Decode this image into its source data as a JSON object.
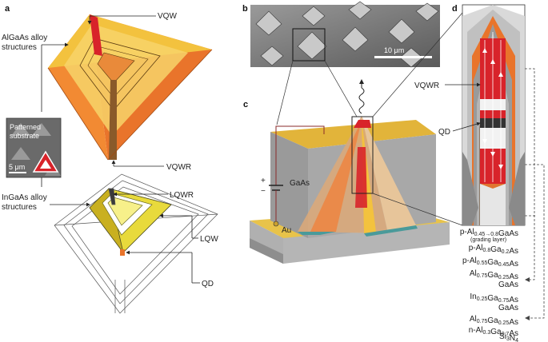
{
  "panels": {
    "a": "a",
    "b": "b",
    "c": "c",
    "d": "d"
  },
  "panel_a": {
    "vqw": "VQW",
    "algaas_line1": "AlGaAs alloy",
    "algaas_line2": "structures",
    "vqwr": "VQWR",
    "inset_line1": "Patterned",
    "inset_line2": "substrate",
    "inset_scale": "5 μm",
    "ingaas_line1": "InGaAs alloy",
    "ingaas_line2": "structures",
    "lqwr": "LQWR",
    "lqw": "LQW",
    "qd": "QD"
  },
  "panel_b": {
    "scale": "10 μm"
  },
  "panel_c": {
    "plus": "+",
    "minus": "−",
    "gaas": "GaAs",
    "au": "Au"
  },
  "panel_d": {
    "vqwr": "VQWR",
    "qd": "QD"
  },
  "layers": [
    {
      "pre": "p-Al",
      "sub": "0.45→0.8",
      "post": "GaAs",
      "sub2": "",
      "post2": "",
      "sub3": "",
      "post3": "",
      "note": "(grading layer)"
    },
    {
      "pre": "p-Al",
      "sub": "0.8",
      "post": "Ga",
      "sub2": "0.2",
      "post2": "As",
      "sub3": "",
      "post3": "",
      "note": ""
    },
    {
      "pre": "p-Al",
      "sub": "0.55",
      "post": "Ga",
      "sub2": "0.45",
      "post2": "As",
      "sub3": "",
      "post3": "",
      "note": ""
    },
    {
      "pre": "Al",
      "sub": "0.75",
      "post": "Ga",
      "sub2": "0.25",
      "post2": "As",
      "sub3": "",
      "post3": "",
      "note": ""
    },
    {
      "pre": "GaAs",
      "sub": "",
      "post": "",
      "sub2": "",
      "post2": "",
      "sub3": "",
      "post3": "",
      "note": ""
    },
    {
      "pre": "In",
      "sub": "0.25",
      "post": "Ga",
      "sub2": "0.75",
      "post2": "As",
      "sub3": "",
      "post3": "",
      "note": ""
    },
    {
      "pre": "GaAs",
      "sub": "",
      "post": "",
      "sub2": "",
      "post2": "",
      "sub3": "",
      "post3": "",
      "note": ""
    },
    {
      "pre": "Al",
      "sub": "0.75",
      "post": "Ga",
      "sub2": "0.25",
      "post2": "As",
      "sub3": "",
      "post3": "",
      "note": ""
    },
    {
      "pre": "n-Al",
      "sub": "0.3",
      "post": "Ga",
      "sub2": "0.7",
      "post2": "As",
      "sub3": "",
      "post3": "",
      "note": ""
    },
    {
      "pre": "Si",
      "sub": "3",
      "post": "N",
      "sub2": "4",
      "post2": "",
      "sub3": "",
      "post3": "",
      "note": ""
    }
  ],
  "colors": {
    "orange": "#E9742B",
    "yellow": "#F3C23E",
    "red": "#D8232A",
    "gold": "#E2B43A",
    "grey": "#9a9a9a"
  }
}
